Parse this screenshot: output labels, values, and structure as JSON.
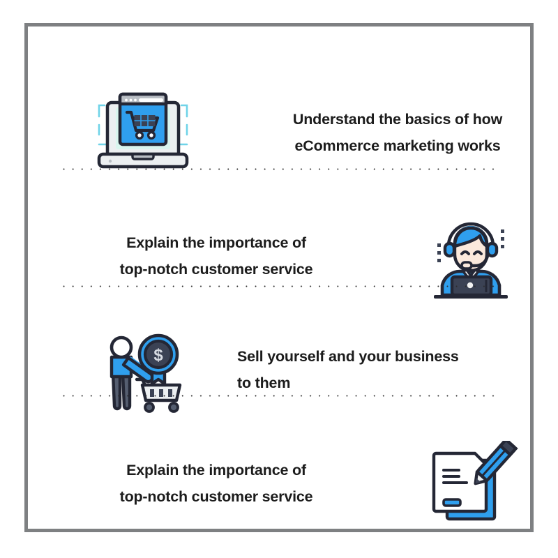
{
  "page": {
    "title": "eCommerce marketing learning objectives",
    "background_color": "#ffffff",
    "frame_color": "#7e8082",
    "text_color": "#1c1c1c",
    "divider_color": "#2b2b2b",
    "accent_blue": "#2f9fee",
    "dark_navy": "#3b4254",
    "outline": "#242735",
    "mint": "#d9f5ee",
    "light_gray": "#eceff1",
    "skin": "#fbe9dc"
  },
  "rows": [
    {
      "icon_name": "laptop-shopping-cart-icon",
      "icon_position": "left",
      "text_align": "center",
      "line1": "Understand the basics of how",
      "line2": "eCommerce marketing works"
    },
    {
      "icon_name": "customer-support-agent-icon",
      "icon_position": "right",
      "text_align": "center",
      "line1": "Explain the importance of",
      "line2": "top-notch customer service"
    },
    {
      "icon_name": "person-cart-dollar-badge-icon",
      "icon_position": "left",
      "text_align": "left",
      "line1": "Sell yourself and your business",
      "line2": "to them"
    },
    {
      "icon_name": "document-pencil-icon",
      "icon_position": "right",
      "text_align": "center",
      "line1": "Explain the importance of",
      "line2": "top-notch customer service"
    }
  ]
}
